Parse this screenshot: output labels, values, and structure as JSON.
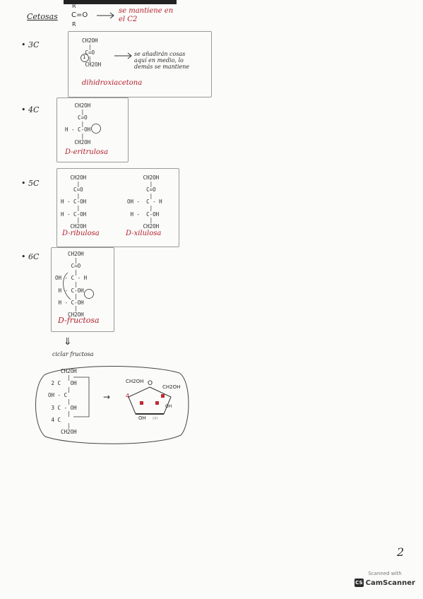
{
  "header": {
    "title": "Cetosas",
    "r_top": "R",
    "carbonyl": "C=O",
    "r_bottom": "R",
    "note_line1": "se mantiene en",
    "note_line2": "el C2"
  },
  "sections": {
    "c3": {
      "label": "• 3C",
      "formula": "CH2OH\n  |\n C=O\n  |\n CH2OH",
      "circle_mark": "1",
      "note": "se añadirán cosas\naquí en medio, lo\ndemás se mantiene",
      "name": "dihidroxiacetona"
    },
    "c4": {
      "label": "• 4C",
      "formula": "   CH2OH\n     |\n    C=O\n     |\nH - C-OH\n     |\n   CH2OH",
      "name": "D-eritrulosa"
    },
    "c5": {
      "label": "• 5C",
      "ribulosa_formula": "   CH2OH\n     |\n    C=O\n     |\nH - C-OH\n     |\nH - C-OH\n     |\n   CH2OH",
      "ribulosa_name": "D-ribulosa",
      "xilulosa_formula": "     CH2OH\n       |\n      C=O\n       |\nOH -  C - H\n       |\n H -  C-OH\n       |\n     CH2OH",
      "xilulosa_name": "D-xilulosa"
    },
    "c6": {
      "label": "• 6C",
      "formula": "    CH2OH\n      |\n     C=O\n      |\nOH - C - H\n      |\n H - C-OH\n      |\n H - C-OH\n      |\n    CH2OH",
      "name": "D-fructosa"
    }
  },
  "cyclization": {
    "arrow": "⇓",
    "title": "ciclar fructosa",
    "open_formula": "    CH2OH\n      |\n 2 C   OH\n      |\nOH - C\n      |\n 3 C - OH\n      |\n 4 C\n      |\n    CH2OH",
    "react_arrow": "→",
    "ring_labels": {
      "left_top": "CH2OH",
      "ring_o": "O",
      "right_top": "CH2OH",
      "num4": "4",
      "oh_right": "OH",
      "oh_bottom": "OH",
      "oh_small": "OH"
    }
  },
  "footer": {
    "page_number": "2",
    "badge_text": "Scanned with",
    "badge_brand": "CamScanner",
    "badge_logo": "CS"
  }
}
